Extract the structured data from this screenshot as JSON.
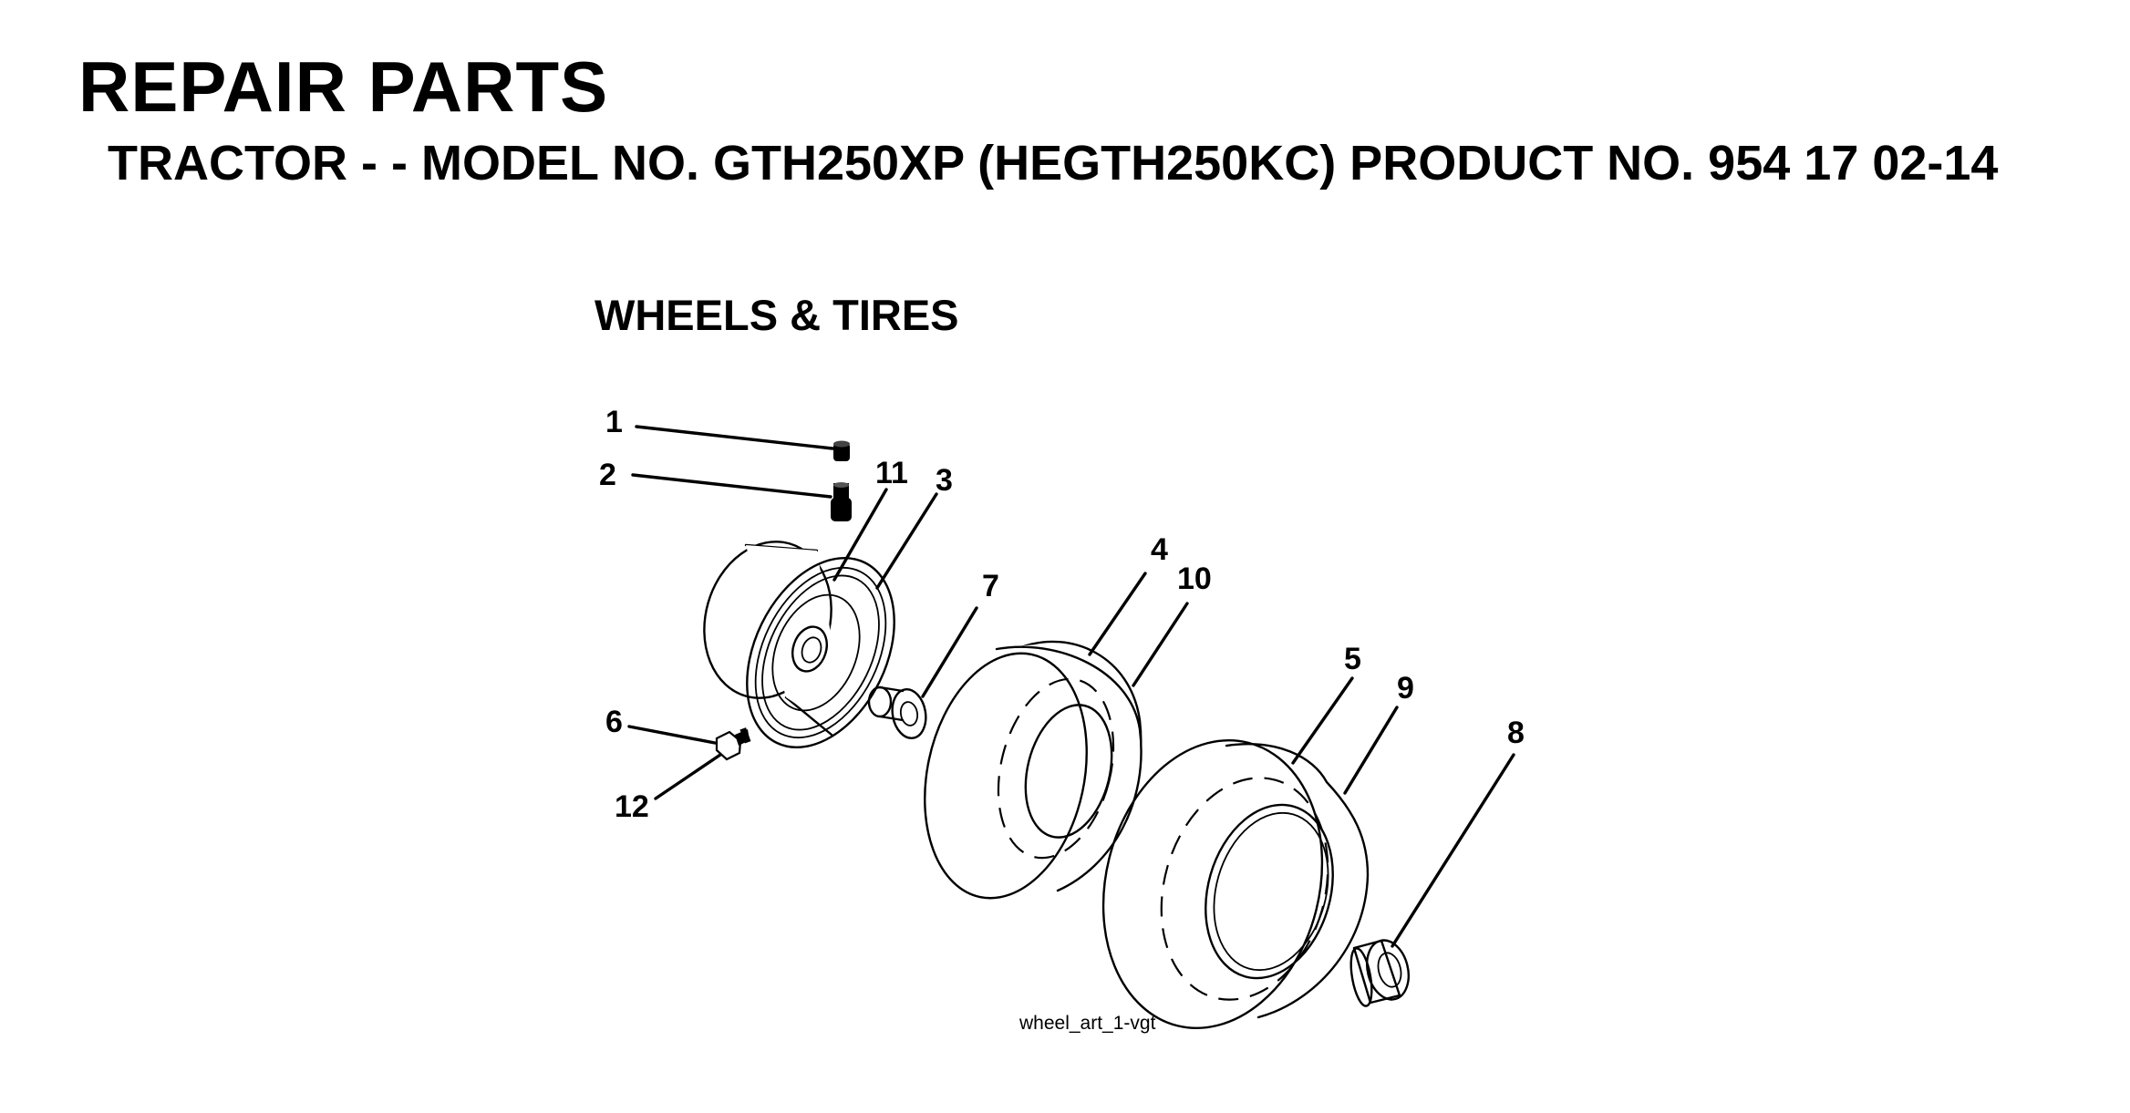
{
  "header": {
    "title": "REPAIR PARTS",
    "subtitle": "TRACTOR - - MODEL NO. GTH250XP (HEGTH250KC) PRODUCT NO. 954 17 02-14"
  },
  "section": {
    "title": "WHEELS & TIRES"
  },
  "callouts": {
    "c1": "1",
    "c2": "2",
    "c3": "3",
    "c4": "4",
    "c5": "5",
    "c6": "6",
    "c7": "7",
    "c8": "8",
    "c9": "9",
    "c10": "10",
    "c11": "11",
    "c12": "12"
  },
  "art_caption": "wheel_art_1-vgt"
}
